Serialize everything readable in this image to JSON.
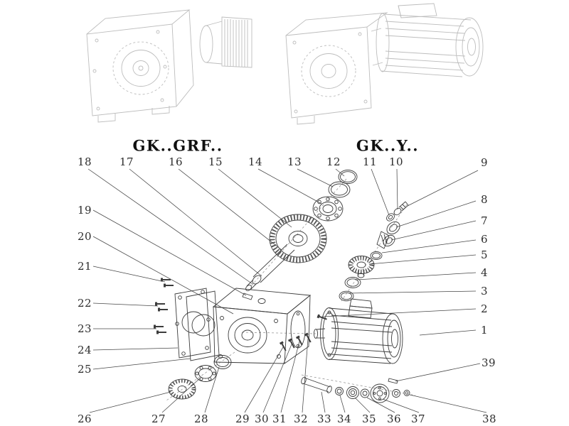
{
  "models": {
    "left": "GK..GRF..",
    "right": "GK..Y.."
  },
  "parts": {
    "n1": "1",
    "n2": "2",
    "n3": "3",
    "n4": "4",
    "n5": "5",
    "n6": "6",
    "n7": "7",
    "n8": "8",
    "n9": "9",
    "n10": "10",
    "n11": "11",
    "n12": "12",
    "n13": "13",
    "n14": "14",
    "n15": "15",
    "n16": "16",
    "n17": "17",
    "n18": "18",
    "n19": "19",
    "n20": "20",
    "n21": "21",
    "n22": "22",
    "n23": "23",
    "n24": "24",
    "n25": "25",
    "n26": "26",
    "n27": "27",
    "n28": "28",
    "n29": "29",
    "n30": "30",
    "n31": "31",
    "n32": "32",
    "n33": "33",
    "n34": "34",
    "n35": "35",
    "n36": "36",
    "n37": "37",
    "n38": "38",
    "n39": "39"
  },
  "colors": {
    "line_art": "#bdbdbd",
    "ink": "#3c3c3c"
  }
}
